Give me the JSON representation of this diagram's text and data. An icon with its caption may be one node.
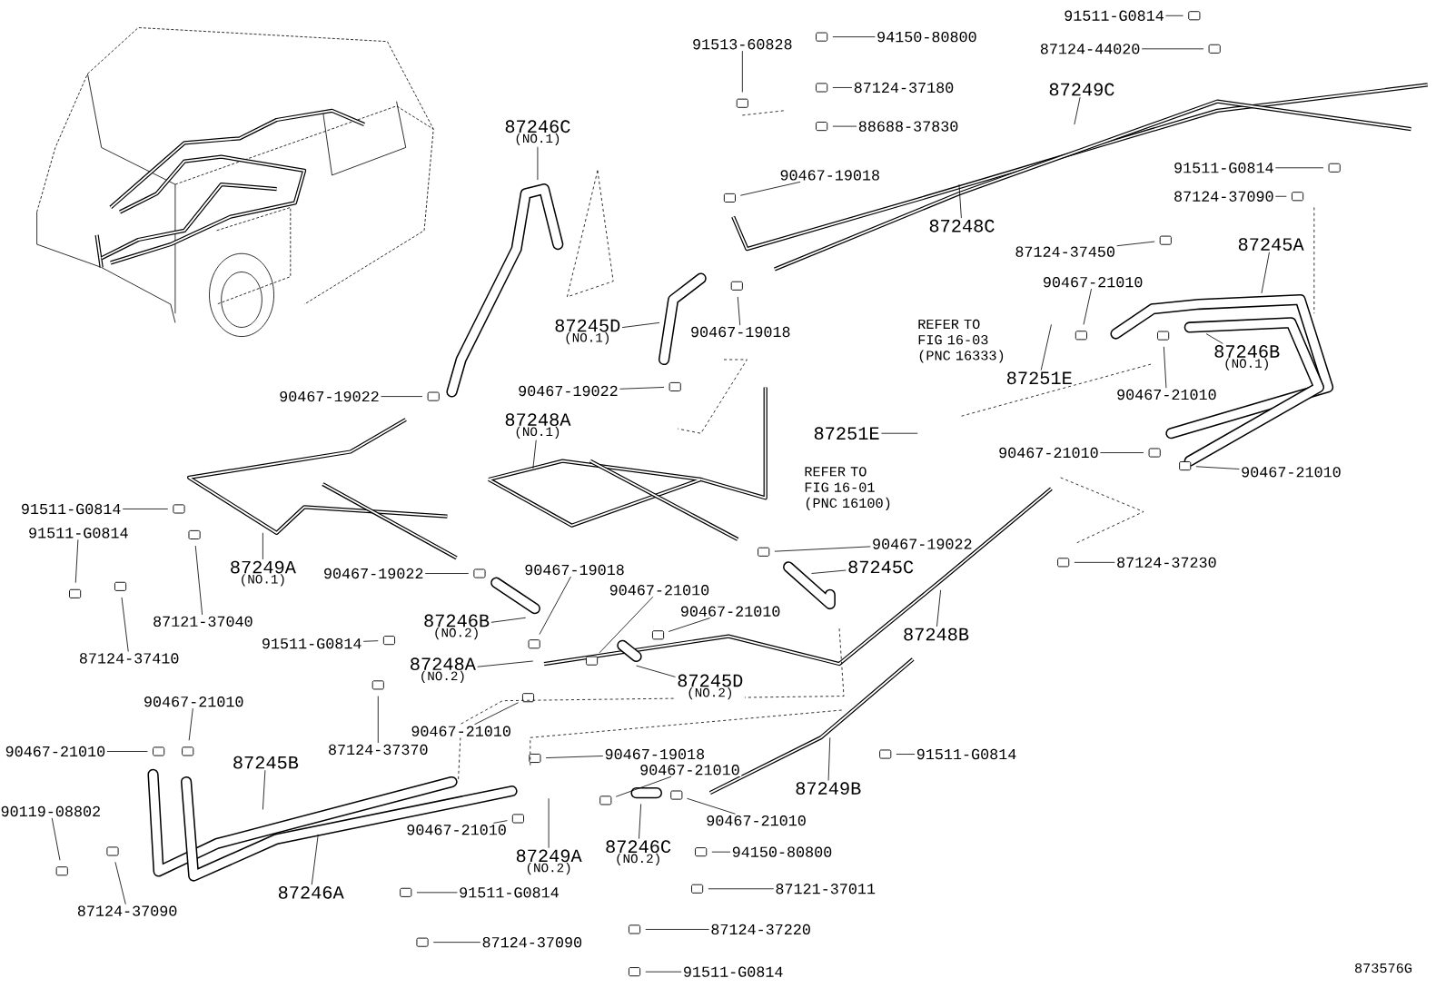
{
  "diagram": {
    "nodes": [
      {
        "text": [
          "91511-G0814"
        ]
      },
      {
        "text": [
          "94150-80800"
        ]
      },
      {
        "text": [
          "91513-60828"
        ]
      },
      {
        "text": [
          "87124-44020"
        ]
      },
      {
        "text": [
          "87249C"
        ]
      },
      {
        "text": [
          "87124-37180"
        ]
      },
      {
        "text": [
          "87246C",
          "(NO.1)"
        ]
      },
      {
        "text": [
          "88688-37830"
        ]
      },
      {
        "text": [
          "90467-19018"
        ]
      },
      {
        "text": [
          "91511-G0814"
        ]
      },
      {
        "text": [
          "87124-37090"
        ]
      },
      {
        "text": [
          "87248C"
        ]
      },
      {
        "text": [
          "87124-37450"
        ]
      },
      {
        "text": [
          "87245A"
        ]
      },
      {
        "text": [
          "90467-21010"
        ]
      },
      {
        "text": [
          "87245D",
          "(NO.1)"
        ]
      },
      {
        "text": [
          "90467-19018"
        ]
      },
      {
        "text": [
          "87251E"
        ]
      },
      {
        "text": [
          "87246B",
          "(NO.1)"
        ]
      },
      {
        "text": [
          "90467-21010"
        ]
      },
      {
        "text": [
          "90467-19022"
        ]
      },
      {
        "text": [
          "90467-19022"
        ]
      },
      {
        "text": [
          "87248A",
          "(NO.1)"
        ]
      },
      {
        "text": [
          "87251E"
        ]
      },
      {
        "text": [
          "90467-21010"
        ]
      },
      {
        "text": [
          "90467-21010"
        ]
      },
      {
        "text": [
          "91511-G0814"
        ]
      },
      {
        "text": [
          "91511-G0814"
        ]
      },
      {
        "text": [
          "87249A",
          "(NO.1)"
        ]
      },
      {
        "text": [
          "90467-19022"
        ]
      },
      {
        "text": [
          "87245C"
        ]
      },
      {
        "text": [
          "87124-37230"
        ]
      },
      {
        "text": [
          "90467-19022"
        ]
      },
      {
        "text": [
          "90467-19018"
        ]
      },
      {
        "text": [
          "90467-21010"
        ]
      },
      {
        "text": [
          "87121-37040"
        ]
      },
      {
        "text": [
          "87246B",
          "(NO.2)"
        ]
      },
      {
        "text": [
          "90467-21010"
        ]
      },
      {
        "text": [
          "87248B"
        ]
      },
      {
        "text": [
          "91511-G0814"
        ]
      },
      {
        "text": [
          "87124-37410"
        ]
      },
      {
        "text": [
          "87248A",
          "(NO.2)"
        ]
      },
      {
        "text": [
          "87245D",
          "(NO.2)"
        ]
      },
      {
        "text": [
          "90467-21010"
        ]
      },
      {
        "text": [
          "87124-37370"
        ]
      },
      {
        "text": [
          "90467-21010"
        ]
      },
      {
        "text": [
          "90467-21010"
        ]
      },
      {
        "text": [
          "90467-19018"
        ]
      },
      {
        "text": [
          "87245B"
        ]
      },
      {
        "text": [
          "90467-21010"
        ]
      },
      {
        "text": [
          "91511-G0814"
        ]
      },
      {
        "text": [
          "87249B"
        ]
      },
      {
        "text": [
          "90119-08802"
        ]
      },
      {
        "text": [
          "90467-21010"
        ]
      },
      {
        "text": [
          "87249A",
          "(NO.2)"
        ]
      },
      {
        "text": [
          "87246C",
          "(NO.2)"
        ]
      },
      {
        "text": [
          "90467-21010"
        ]
      },
      {
        "text": [
          "94150-80800"
        ]
      },
      {
        "text": [
          "87246A"
        ]
      },
      {
        "text": [
          "91511-G0814"
        ]
      },
      {
        "text": [
          "87121-37011"
        ]
      },
      {
        "text": [
          "87124-37090"
        ]
      },
      {
        "text": [
          "87124-37090"
        ]
      },
      {
        "text": [
          "87124-37220"
        ]
      },
      {
        "text": [
          "91511-G0814"
        ]
      }
    ],
    "edges": [
      {
        "from": 0,
        "to": null,
        "arrow": "none"
      },
      {
        "from": 1,
        "to": null,
        "arrow": "none"
      },
      {
        "from": 2,
        "to": null,
        "arrow": "none"
      },
      {
        "from": 3,
        "to": null,
        "arrow": "none"
      },
      {
        "from": 4,
        "to": null,
        "arrow": "none"
      },
      {
        "from": 5,
        "to": null,
        "arrow": "none"
      },
      {
        "from": 6,
        "to": null,
        "arrow": "none"
      },
      {
        "from": 7,
        "to": null,
        "arrow": "none"
      },
      {
        "from": 8,
        "to": null,
        "arrow": "none"
      },
      {
        "from": 9,
        "to": null,
        "arrow": "none"
      },
      {
        "from": 10,
        "to": null,
        "arrow": "none"
      },
      {
        "from": 11,
        "to": null,
        "arrow": "none"
      },
      {
        "from": 12,
        "to": null,
        "arrow": "none"
      },
      {
        "from": 13,
        "to": null,
        "arrow": "none"
      },
      {
        "from": 14,
        "to": null,
        "arrow": "none"
      },
      {
        "from": 15,
        "to": null,
        "arrow": "none"
      },
      {
        "from": 16,
        "to": null,
        "arrow": "none"
      },
      {
        "from": 17,
        "to": null,
        "arrow": "none"
      },
      {
        "from": 18,
        "to": null,
        "arrow": "none"
      },
      {
        "from": 19,
        "to": null,
        "arrow": "none"
      },
      {
        "from": 20,
        "to": null,
        "arrow": "none"
      },
      {
        "from": 21,
        "to": null,
        "arrow": "none"
      },
      {
        "from": 22,
        "to": null,
        "arrow": "none"
      },
      {
        "from": 23,
        "to": null,
        "arrow": "none"
      },
      {
        "from": 24,
        "to": null,
        "arrow": "none"
      },
      {
        "from": 25,
        "to": null,
        "arrow": "none"
      },
      {
        "from": 26,
        "to": null,
        "arrow": "none"
      },
      {
        "from": 27,
        "to": null,
        "arrow": "none"
      },
      {
        "from": 28,
        "to": null,
        "arrow": "none"
      },
      {
        "from": 29,
        "to": null,
        "arrow": "none"
      },
      {
        "from": 30,
        "to": null,
        "arrow": "none"
      },
      {
        "from": 31,
        "to": null,
        "arrow": "none"
      },
      {
        "from": 32,
        "to": null,
        "arrow": "none"
      },
      {
        "from": 33,
        "to": null,
        "arrow": "none"
      },
      {
        "from": 34,
        "to": null,
        "arrow": "none"
      },
      {
        "from": 35,
        "to": null,
        "arrow": "none"
      },
      {
        "from": 36,
        "to": null,
        "arrow": "none"
      },
      {
        "from": 37,
        "to": null,
        "arrow": "none"
      },
      {
        "from": 38,
        "to": null,
        "arrow": "none"
      },
      {
        "from": 39,
        "to": null,
        "arrow": "none"
      },
      {
        "from": 40,
        "to": null,
        "arrow": "none"
      },
      {
        "from": 41,
        "to": null,
        "arrow": "none"
      },
      {
        "from": 42,
        "to": null,
        "arrow": "none"
      },
      {
        "from": 43,
        "to": null,
        "arrow": "none"
      },
      {
        "from": 44,
        "to": null,
        "arrow": "none"
      },
      {
        "from": 45,
        "to": null,
        "arrow": "none"
      },
      {
        "from": 46,
        "to": null,
        "arrow": "none"
      },
      {
        "from": 47,
        "to": null,
        "arrow": "none"
      },
      {
        "from": 48,
        "to": null,
        "arrow": "none"
      },
      {
        "from": 49,
        "to": null,
        "arrow": "none"
      },
      {
        "from": 50,
        "to": null,
        "arrow": "none"
      },
      {
        "from": 51,
        "to": null,
        "arrow": "none"
      },
      {
        "from": 52,
        "to": null,
        "arrow": "none"
      },
      {
        "from": 53,
        "to": null,
        "arrow": "none"
      },
      {
        "from": 54,
        "to": null,
        "arrow": "none"
      },
      {
        "from": 55,
        "to": null,
        "arrow": "none"
      },
      {
        "from": 56,
        "to": null,
        "arrow": "none"
      },
      {
        "from": 57,
        "to": null,
        "arrow": "none"
      },
      {
        "from": 58,
        "to": null,
        "arrow": "none"
      },
      {
        "from": 59,
        "to": null,
        "arrow": "none"
      },
      {
        "from": 60,
        "to": null,
        "arrow": "none"
      },
      {
        "from": 61,
        "to": null,
        "arrow": "none"
      },
      {
        "from": 62,
        "to": null,
        "arrow": "none"
      },
      {
        "from": 63,
        "to": null,
        "arrow": "none"
      },
      {
        "from": 64,
        "to": null,
        "arrow": "none"
      }
    ],
    "labels": [
      "REFER TO FIG 16-03 (PNC 16333)",
      "REFER TO FIG 16-01 (PNC 16100)",
      "873576G"
    ]
  }
}
